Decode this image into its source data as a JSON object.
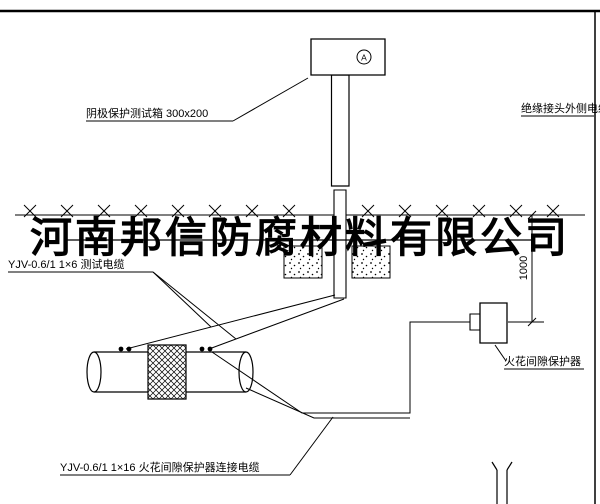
{
  "diagram": {
    "watermark": "河南邦信防腐材料有限公司",
    "labels": {
      "test_box": "阴极保护测试箱 300x200",
      "insulated_joint_cable": "绝缘接头外侧电缆",
      "test_cable": "YJV-0.6/1 1×6  测试电缆",
      "spark_gap": "火花间隙保护器",
      "protector_cable": "YJV-0.6/1 1×16  火花间隙保护器连接电缆",
      "dimension": "1000",
      "ammeter": "A"
    },
    "colors": {
      "line": "#000000",
      "background": "#ffffff"
    }
  }
}
